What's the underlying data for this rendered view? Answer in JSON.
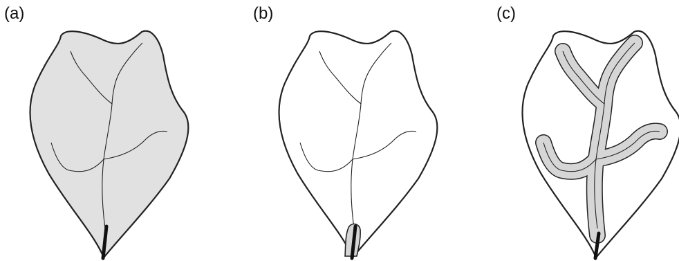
{
  "panels": [
    {
      "label": "(a)"
    },
    {
      "label": "(b)"
    },
    {
      "label": "(c)"
    }
  ],
  "colors": {
    "outline": "#222222",
    "leaf_fill_a": "#e1e1e1",
    "leaf_fill_b": "#ffffff",
    "leaf_fill_c": "#ffffff",
    "tube_fill": "#d6d6d6",
    "vein": "#222222",
    "petiole": "#111111"
  }
}
